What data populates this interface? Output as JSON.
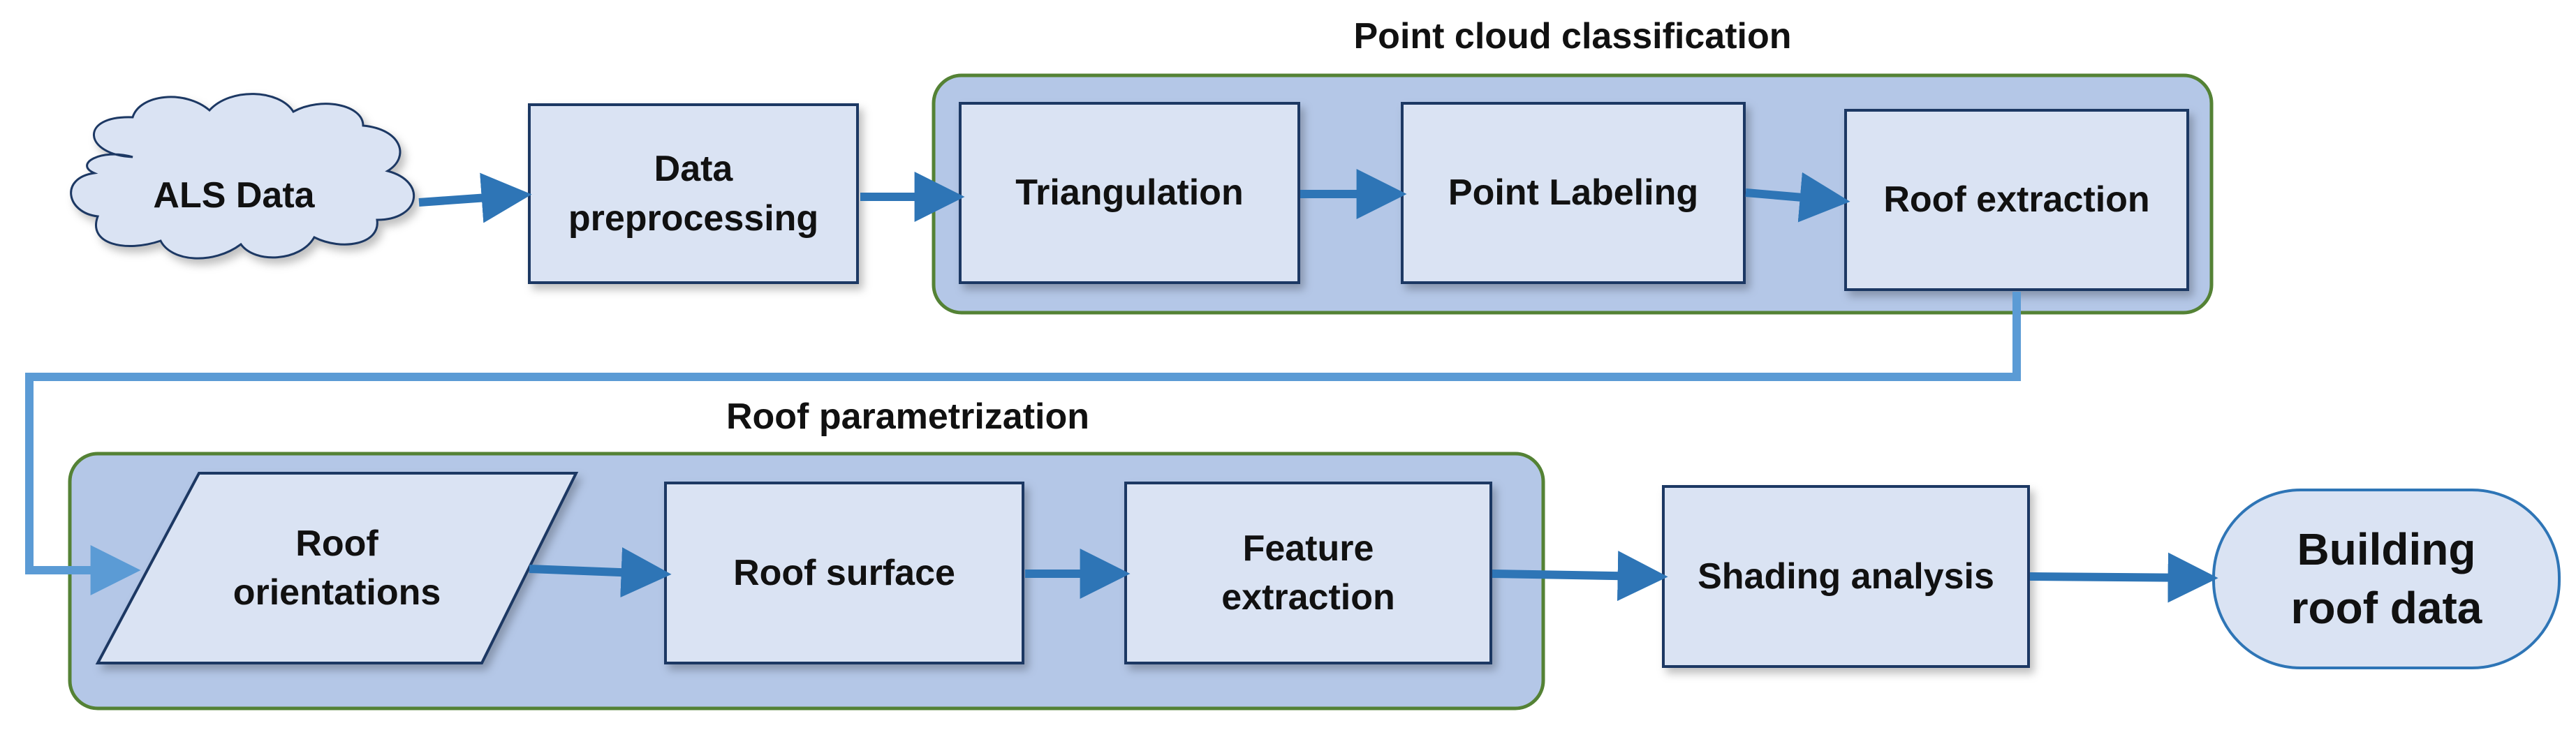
{
  "groups": {
    "classification": {
      "title": "Point cloud classification"
    },
    "parametrization": {
      "title": "Roof parametrization"
    }
  },
  "nodes": {
    "als": {
      "label": "ALS Data"
    },
    "preprocessing": {
      "label": "Data\npreprocessing"
    },
    "triangulation": {
      "label": "Triangulation"
    },
    "labeling": {
      "label": "Point Labeling"
    },
    "roof_extraction": {
      "label": "Roof extraction"
    },
    "orientations": {
      "label": "Roof\norientations"
    },
    "surface": {
      "label": "Roof surface"
    },
    "feature": {
      "label": "Feature\nextraction"
    },
    "shading": {
      "label": "Shading analysis"
    },
    "building": {
      "label": "Building\nroof data"
    }
  },
  "colors": {
    "group_fill": "#b4c7e7",
    "group_border": "#548235",
    "box_fill": "#dae3f3",
    "box_border": "#1f3864",
    "arrow": "#2e75b6",
    "connector": "#5b9bd5"
  }
}
